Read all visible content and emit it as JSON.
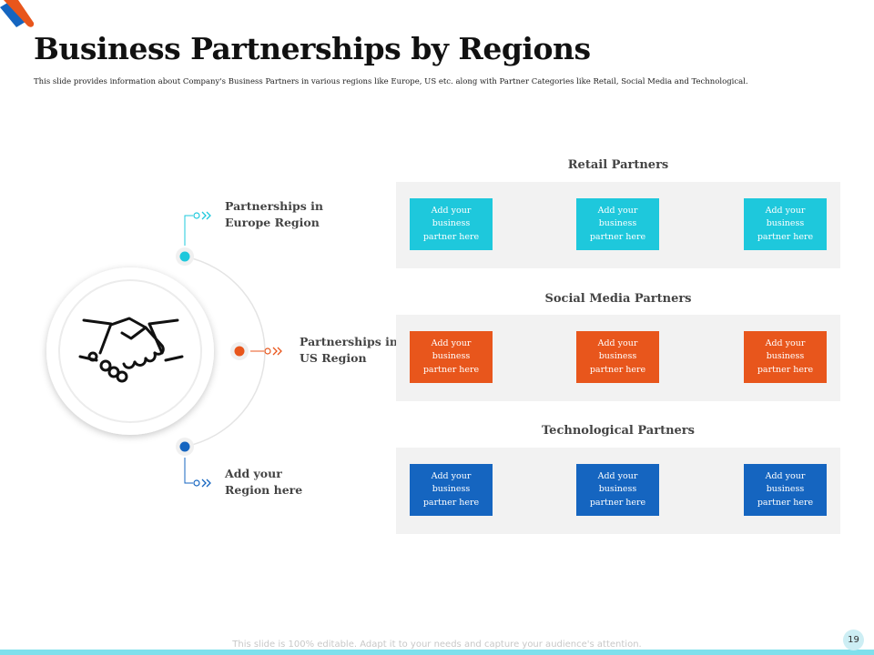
{
  "colors": {
    "teal": "#1ec8dc",
    "orange": "#e8561c",
    "blue": "#1565c0"
  },
  "title": "Business Partnerships by Regions",
  "subtitle": "This slide provides information about Company's Business Partners in various regions like Europe, US etc. along with Partner Categories like Retail, Social Media and Technological.",
  "hub_icon": "handshake-icon",
  "regions": [
    {
      "label": "Partnerships in\nEurope Region",
      "color": "#1ec8dc"
    },
    {
      "label": "Partnerships in\nUS Region",
      "color": "#e8561c"
    },
    {
      "label": "Add your\nRegion here",
      "color": "#1565c0"
    }
  ],
  "categories": [
    {
      "title": "Retail Partners",
      "color": "#1ec8dc",
      "cards": [
        "Add your business partner here",
        "Add your business partner here",
        "Add your business partner here"
      ]
    },
    {
      "title": "Social Media Partners",
      "color": "#e8561c",
      "cards": [
        "Add your business partner here",
        "Add your business partner here",
        "Add your business partner here"
      ]
    },
    {
      "title": "Technological Partners",
      "color": "#1565c0",
      "cards": [
        "Add your business partner here",
        "Add your business partner here",
        "Add your business partner here"
      ]
    }
  ],
  "footer": {
    "note": "This slide is 100% editable. Adapt it to your needs and capture your audience's attention.",
    "page_number": "19"
  }
}
